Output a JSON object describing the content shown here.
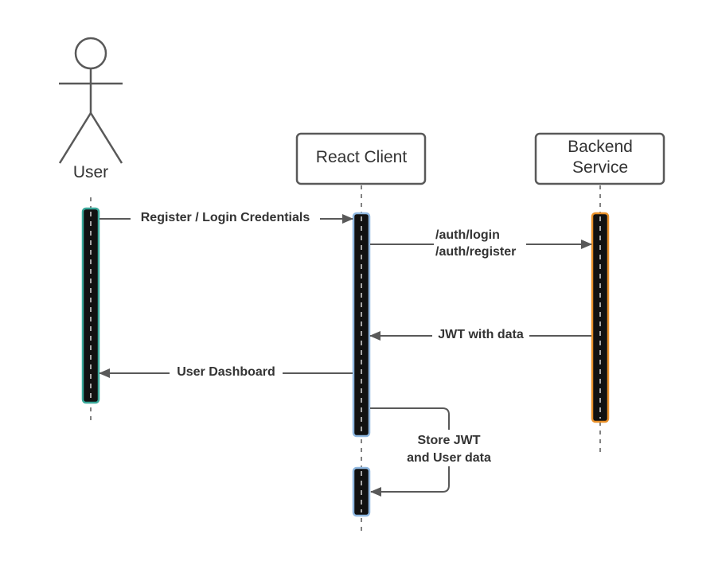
{
  "participants": {
    "user": {
      "label": "User"
    },
    "react_client": {
      "label": "React Client"
    },
    "backend": {
      "line1": "Backend",
      "line2": "Service"
    }
  },
  "messages": {
    "register_login": "Register / Login Credentials",
    "auth_login": "/auth/login",
    "auth_register": "/auth/register",
    "jwt_with_data": "JWT with data",
    "user_dashboard": "User Dashboard",
    "store_line1": "Store JWT",
    "store_line2": "and User data"
  },
  "colors": {
    "user_activation_border": "#3aa89a",
    "client_activation_border": "#8fb7e0",
    "backend_activation_border": "#e8902a",
    "activation_fill": "#111111",
    "stroke": "#595959",
    "text": "#333333"
  }
}
